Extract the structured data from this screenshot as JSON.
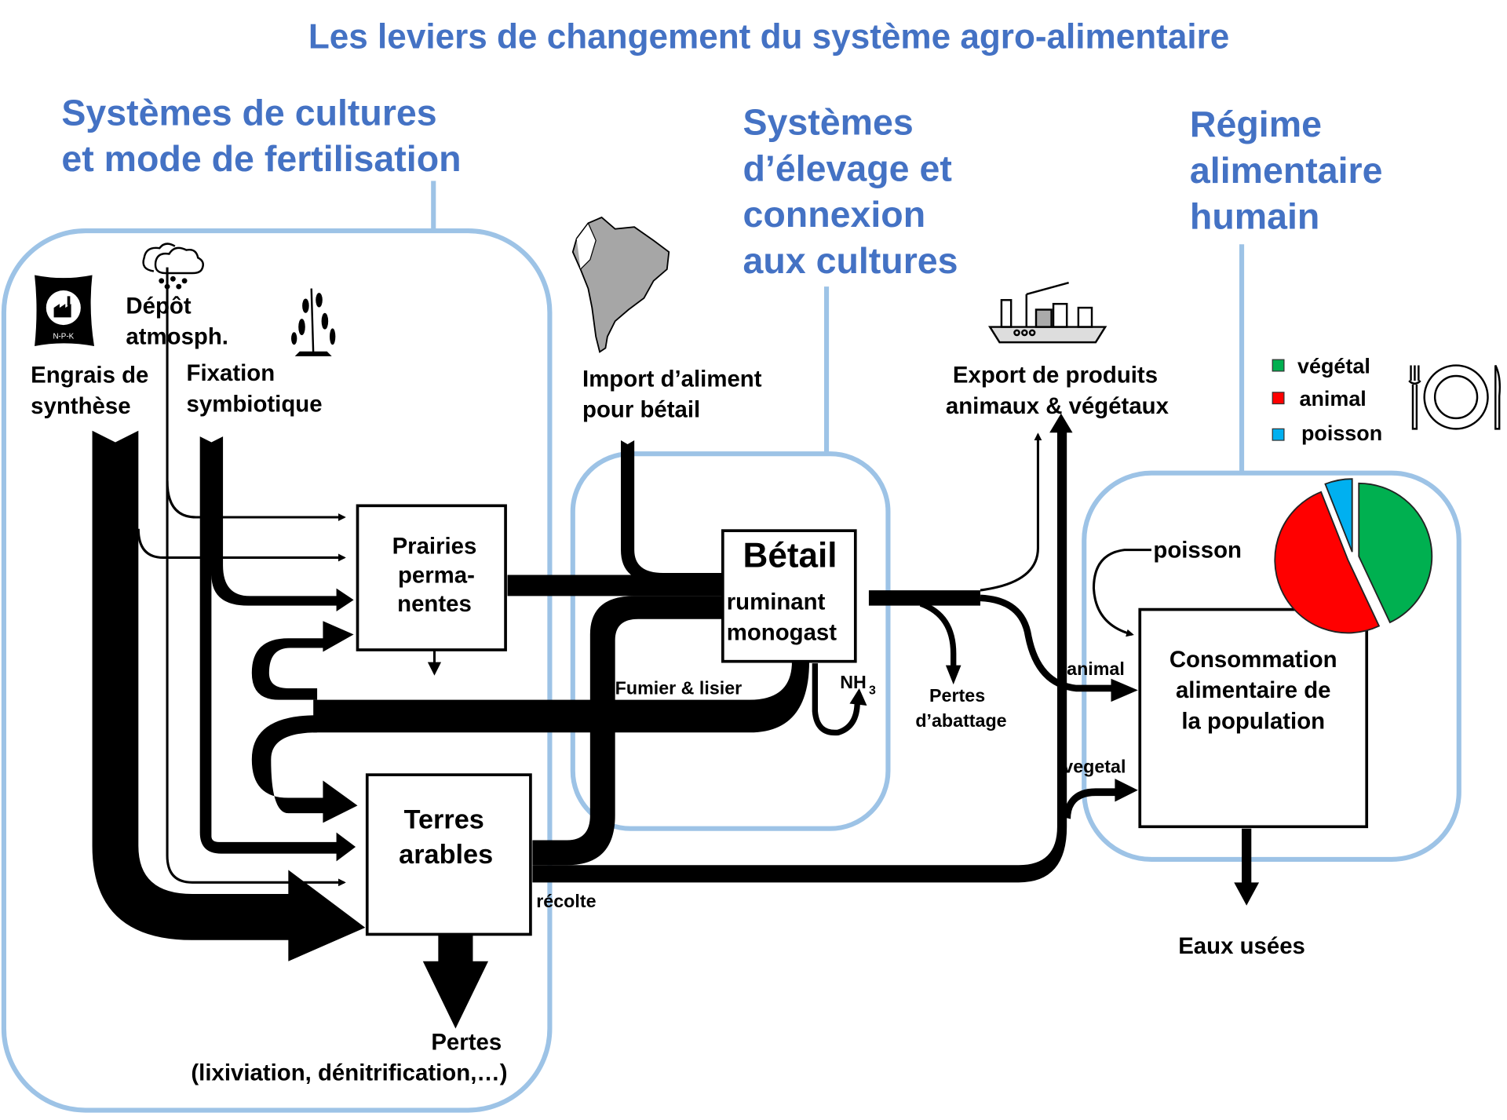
{
  "title": "Les leviers de changement du système agro-alimentaire",
  "levers": {
    "crops": [
      "Systèmes de cultures",
      "et mode de fertilisation"
    ],
    "livestock": [
      "Systèmes",
      "d’élevage et",
      "connexion",
      "aux cultures"
    ],
    "diet": [
      "Régime",
      "alimentaire",
      "humain"
    ]
  },
  "inputs": {
    "fertilizer": [
      "Engrais de",
      "synthèse"
    ],
    "fertilizer_bag_text": "N-P-K",
    "deposition": [
      "Dépôt",
      "atmosph."
    ],
    "fixation": [
      "Fixation",
      "symbiotique"
    ],
    "import": [
      "Import d’aliment",
      "pour bétail"
    ]
  },
  "boxes": {
    "prairies": [
      "Prairies",
      "perma-",
      "nentes"
    ],
    "terres": [
      "Terres",
      "arables"
    ],
    "betail_title": "Bétail",
    "betail_sub": [
      "ruminant",
      "monogast"
    ],
    "consommation": [
      "Consommation",
      "alimentaire de",
      "la population"
    ]
  },
  "flows": {
    "fumier": "Fumier & lisier",
    "nh3": "NH",
    "nh3_sub": "3",
    "recolte": "récolte",
    "pertes_abattage": [
      "Pertes",
      "d’abattage"
    ],
    "animal": "animal",
    "vegetal": "vegetal",
    "poisson": "poisson",
    "export": [
      "Export de produits",
      "animaux & végétaux"
    ],
    "pertes": [
      "Pertes",
      "(lixiviation, dénitrification,…)"
    ],
    "eaux": "Eaux usées"
  },
  "chart_data": {
    "type": "pie",
    "title": "",
    "categories": [
      "végétal",
      "animal",
      "poisson"
    ],
    "values": [
      43,
      51,
      6
    ],
    "unit": "%",
    "colors": [
      "#00B050",
      "#FF0000",
      "#00B0F0"
    ],
    "start": "12 o'clock, clockwise",
    "exploded": true,
    "legend": {
      "position": "top-left",
      "entries": [
        "végétal",
        "animal",
        "poisson"
      ]
    }
  }
}
